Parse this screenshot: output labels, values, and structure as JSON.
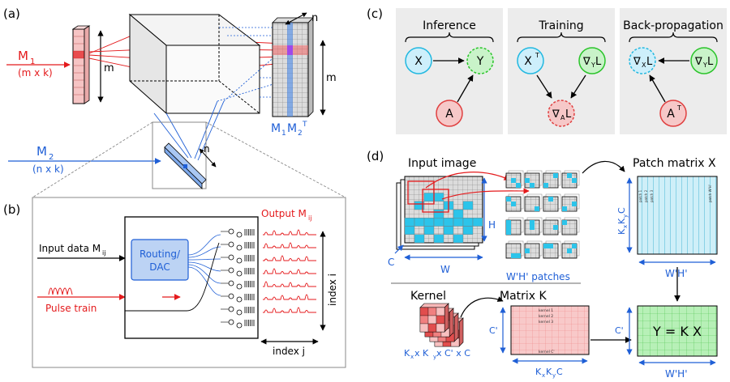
{
  "panel_labels": {
    "a": "(a)",
    "b": "(b)",
    "c": "(c)",
    "d": "(d)"
  },
  "panel_a": {
    "m1_label": "M",
    "m1_sub": "1",
    "m1_dims": "(m x k)",
    "m1_side": "m",
    "m2_label": "M",
    "m2_sub": "2",
    "m2_dims": "(n x k)",
    "m2_side": "n",
    "out_n": "n",
    "out_m": "m",
    "product_label": "M",
    "product_sub1": "1",
    "product_mid": "M",
    "product_sub2": "2",
    "product_sup": "T"
  },
  "panel_b": {
    "input_label": "Input data M",
    "input_sub": "ij",
    "pulse_label": "Pulse train",
    "routing_label_1": "Routing/",
    "routing_label_2": "DAC",
    "output_label": "Output M",
    "output_sub": "ij",
    "index_i": "index i",
    "index_j": "index j"
  },
  "panel_c": {
    "boxes": [
      {
        "title": "Inference"
      },
      {
        "title": "Training"
      },
      {
        "title": "Back-propagation"
      }
    ],
    "nodes": {
      "inf_x": "X",
      "inf_y": "Y",
      "inf_a": "A",
      "tr_xt": "X",
      "tr_xt_sup": "T",
      "tr_grad_y": "∇",
      "tr_grad_y_sub": "Y",
      "tr_grad_y_L": "L",
      "tr_grad_a": "∇",
      "tr_grad_a_sub": "A",
      "tr_grad_a_L": "L",
      "bp_grad_x": "∇",
      "bp_grad_x_sub": "X",
      "bp_grad_x_L": "L",
      "bp_grad_y": "∇",
      "bp_grad_y_sub": "Y",
      "bp_grad_y_L": "L",
      "bp_at": "A",
      "bp_at_sup": "T"
    }
  },
  "panel_d": {
    "input_image": "Input image",
    "patch_matrix": "Patch matrix X",
    "h": "H",
    "w": "W",
    "c": "C",
    "patches_caption": "W'H' patches",
    "kxkyc": "K",
    "kxkyc_s1": "x",
    "kxkyc_mid": "K",
    "kxkyc_s2": "y",
    "kxkyc_end": "C",
    "whprime": "W'H'",
    "kernel": "Kernel",
    "matrix_k": "Matrix K",
    "kernel_dims": "K",
    "kernel_dims_s1": "x",
    "kernel_dims_mid": " x K",
    "kernel_dims_s2": "y",
    "kernel_dims_end": " x C' x C",
    "cprime": "C'",
    "cprime2": "C'",
    "kxkyc_bottom": "K",
    "kxkyc_bottom_s1": "x",
    "kxkyc_bottom_mid": "K",
    "kxkyc_bottom_s2": "y",
    "kxkyc_bottom_end": "C",
    "whprime2": "W'H'",
    "equation": "Y = K X",
    "kernel_rows": [
      "kernel 1",
      "kernel 2",
      "kernel 3",
      "kernel C'"
    ],
    "patch_cols": [
      "patch 1",
      "patch 2",
      "patch 3",
      "patch W'H'"
    ]
  },
  "colors": {
    "red": "#e41a1c",
    "blue": "#1f5fd6",
    "light_red": "#f4b6b6",
    "light_blue": "#bcd3f4",
    "cyan": "#2cc4ea",
    "green": "#2bc42b",
    "panel_bg": "#ececec"
  }
}
